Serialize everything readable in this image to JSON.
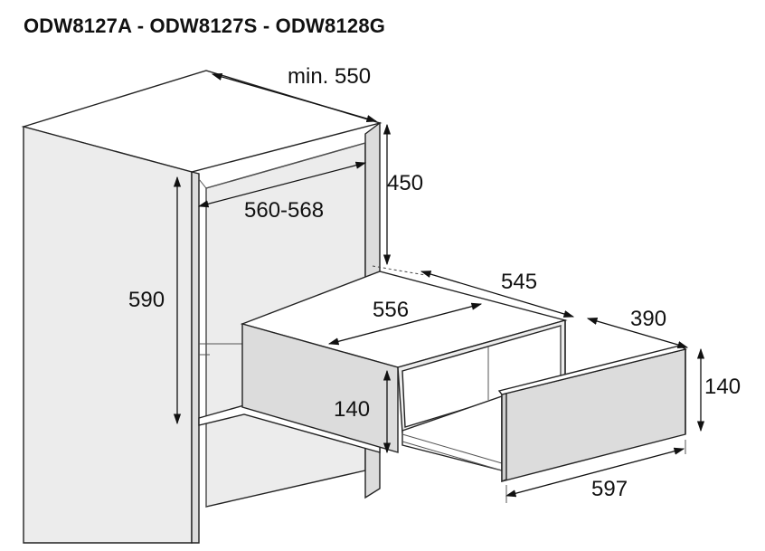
{
  "title": "ODW8127A - ODW8127S - ODW8128G",
  "dimensions": {
    "cabinet_depth": "min. 550",
    "niche_width": "560-568",
    "upper_height": "450",
    "niche_height": "590",
    "drawer_depth": "545",
    "drawer_width": "556",
    "drawer_extension": "390",
    "front_height": "140",
    "body_height": "140",
    "front_width": "597"
  }
}
